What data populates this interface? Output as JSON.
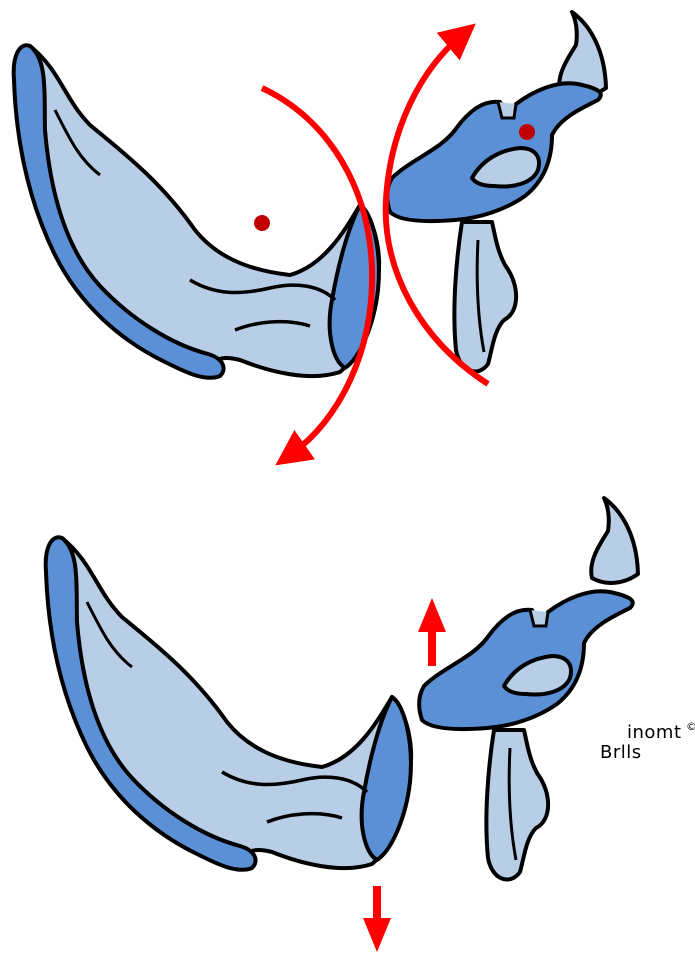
{
  "figure": {
    "colors": {
      "dark_blue": "#5b8fd6",
      "light_blue": "#b8cde6",
      "outline": "#000000",
      "arrow_red": "#ff0000",
      "dot_red": "#c00000"
    },
    "panels": [
      {
        "id": "top",
        "motion": "rotation",
        "arrows": [
          "curved-arrow-left-down",
          "curved-arrow-right-up"
        ],
        "pivot_dots": 2
      },
      {
        "id": "bottom",
        "motion": "translation",
        "arrows": [
          "arrow-down",
          "arrow-up"
        ]
      }
    ]
  },
  "logo": {
    "top_text": "inomt",
    "bottom_text": "Brlls",
    "copyright": "©"
  }
}
